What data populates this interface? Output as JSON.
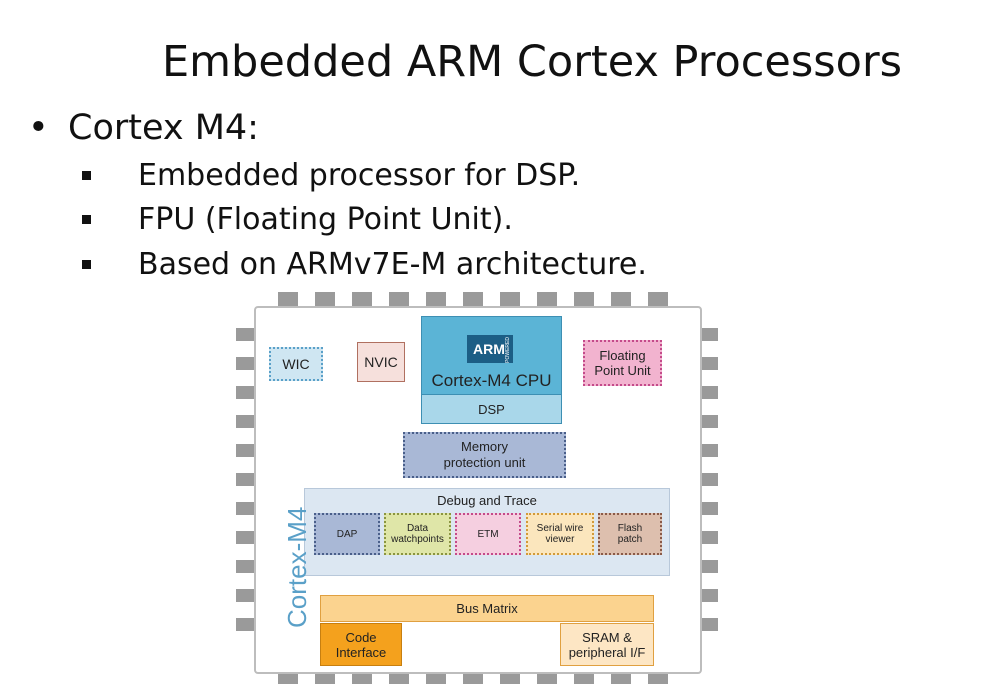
{
  "slide": {
    "title": "Embedded ARM Cortex Processors",
    "bullet": "Cortex M4:",
    "sub_items": [
      "Embedded processor for DSP.",
      "FPU (Floating Point Unit).",
      "Based on ARMv7E-M architecture."
    ]
  },
  "diagram": {
    "chip_label": "Cortex-M4",
    "wic": "WIC",
    "nvic": "NVIC",
    "arm_logo": "ARM",
    "arm_powered": "POWERED",
    "cpu": "Cortex-M4 CPU",
    "dsp": "DSP",
    "fpu_line1": "Floating",
    "fpu_line2": "Point Unit",
    "mpu_line1": "Memory",
    "mpu_line2": "protection unit",
    "debug_title": "Debug and Trace",
    "dap": "DAP",
    "dw_line1": "Data",
    "dw_line2": "watchpoints",
    "etm": "ETM",
    "swv_line1": "Serial wire",
    "swv_line2": "viewer",
    "fp_line1": "Flash",
    "fp_line2": "patch",
    "bus_matrix": "Bus Matrix",
    "code_line1": "Code",
    "code_line2": "Interface",
    "sram_line1": "SRAM &",
    "sram_line2": "peripheral I/F"
  },
  "colors": {
    "wic_fill": "#cfe6f2",
    "nvic_fill": "#f6e0dc",
    "cpu_fill": "#5bb4d6",
    "dsp_fill": "#a9d7ea",
    "fpu_fill": "#f2b3cf",
    "mpu_fill": "#a9b8d6",
    "debug_fill": "#dce7f2",
    "dap_fill": "#a9b8d6",
    "dw_fill": "#dfe6a8",
    "etm_fill": "#f5cfe0",
    "swv_fill": "#fbe6bd",
    "fp_fill": "#ddbfae",
    "bus_fill": "#fbd38f",
    "code_fill": "#f4a11d",
    "sram_fill": "#fde6c4",
    "chip_label": "#5aa0c8"
  }
}
